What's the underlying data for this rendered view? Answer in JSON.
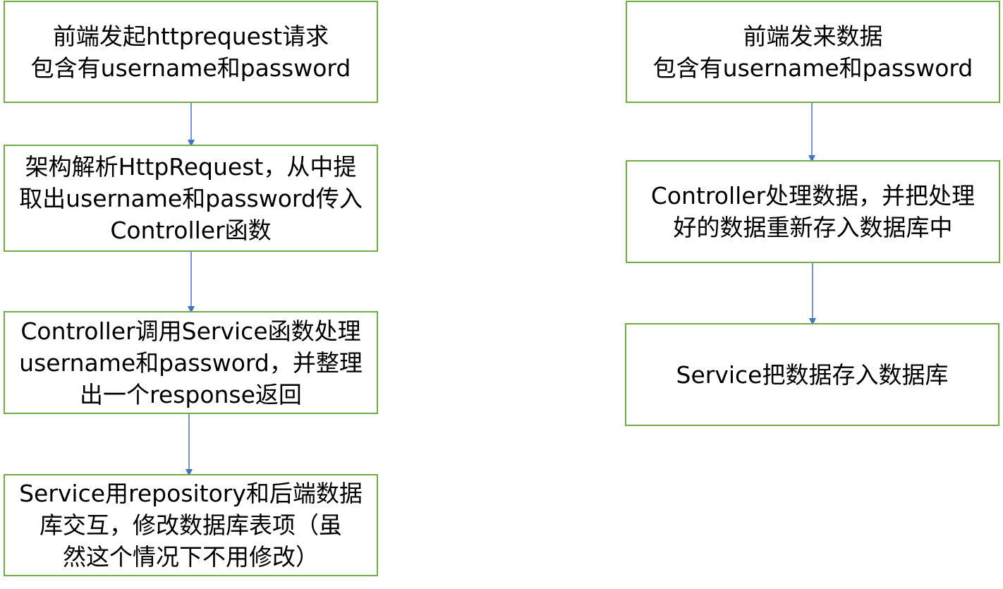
{
  "colors": {
    "box_border": "#70ad47",
    "arrow": "#4472c4"
  },
  "left_flow": [
    {
      "lines": [
        "前端发起httprequest请求",
        "包含有username和password"
      ]
    },
    {
      "lines": [
        "架构解析HttpRequest，从中提",
        "取出username和password传入",
        "Controller函数"
      ]
    },
    {
      "lines": [
        "Controller调用Service函数处理",
        "username和password，并整理",
        "出一个response返回"
      ]
    },
    {
      "lines": [
        "Service用repository和后端数据",
        "库交互，修改数据库表项（虽",
        "然这个情况下不用修改）"
      ]
    }
  ],
  "right_flow": [
    {
      "lines": [
        "前端发来数据",
        "包含有username和password"
      ]
    },
    {
      "lines": [
        "Controller处理数据，并把处理",
        "好的数据重新存入数据库中"
      ]
    },
    {
      "lines": [
        "Service把数据存入数据库"
      ]
    }
  ]
}
